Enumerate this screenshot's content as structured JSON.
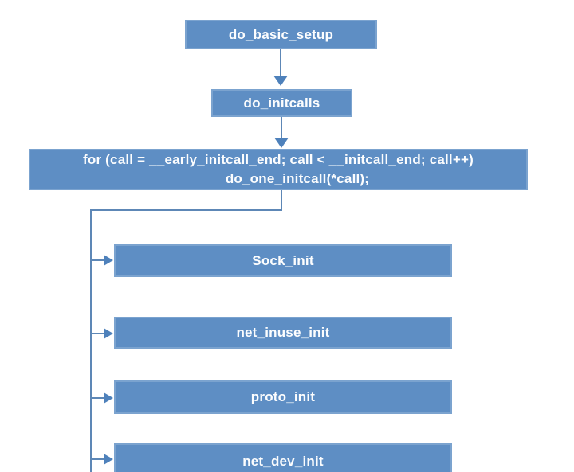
{
  "diagram": {
    "title": "kernel initcall flowchart",
    "colors": {
      "box_fill": "#5e8ec4",
      "box_border": "#7ba3cf",
      "connector_line": "#5d87b6",
      "arrowhead": "#4e81bb",
      "label_text": "#fcfdfe",
      "background": "#ffffff"
    },
    "nodes": {
      "do_basic_setup": {
        "label": "do_basic_setup"
      },
      "do_initcalls": {
        "label": "do_initcalls"
      },
      "for_loop": {
        "line1": "for (call = __early_initcall_end; call < __initcall_end; call++)",
        "line2": "do_one_initcall(*call);"
      },
      "branches": [
        {
          "label": "Sock_init"
        },
        {
          "label": "net_inuse_init"
        },
        {
          "label": "proto_init"
        },
        {
          "label": "net_dev_init"
        }
      ]
    }
  }
}
